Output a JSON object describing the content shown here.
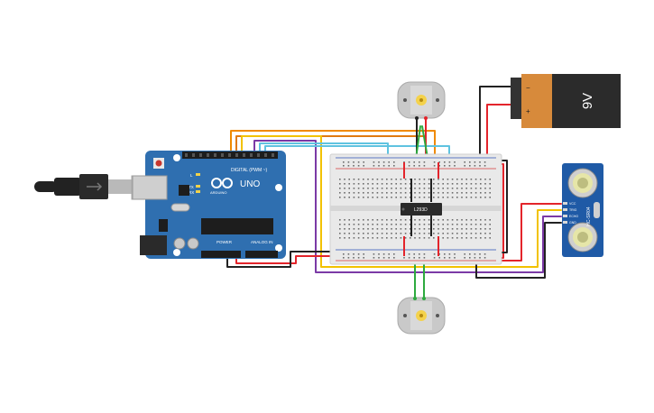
{
  "colors": {
    "board_blue": "#2f6fb0",
    "breadboard": "#e9e9e9",
    "rail_red": "#d63a3a",
    "rail_blue": "#2b4fb5",
    "battery_body": "#d78a3b",
    "battery_cap": "#2b2b2b",
    "sensor_blue": "#1f5aa6",
    "motor_gray": "#c9c9c9",
    "motor_hub": "#f4d24c",
    "wire_orange": "#f08a00",
    "wire_yellow": "#f2c200",
    "wire_purple": "#7b3aa6",
    "wire_cyan": "#5fc3e0",
    "wire_red": "#e3242b",
    "wire_black": "#222222",
    "wire_green": "#2eaa3f"
  },
  "arduino": {
    "brand": "ARDUINO",
    "model": "UNO",
    "digital_label": "DIGITAL (PWM ~)",
    "power_label": "POWER",
    "analog_label": "ANALOG IN",
    "tx_label": "TX",
    "rx_label": "RX",
    "l_label": "L"
  },
  "battery": {
    "label": "9V",
    "minus": "−",
    "plus": "+"
  },
  "chip": {
    "label": "L293D"
  },
  "sensor": {
    "label": "HC-SR04",
    "pins": [
      "VCC",
      "TRIG",
      "ECHO",
      "GND"
    ]
  }
}
